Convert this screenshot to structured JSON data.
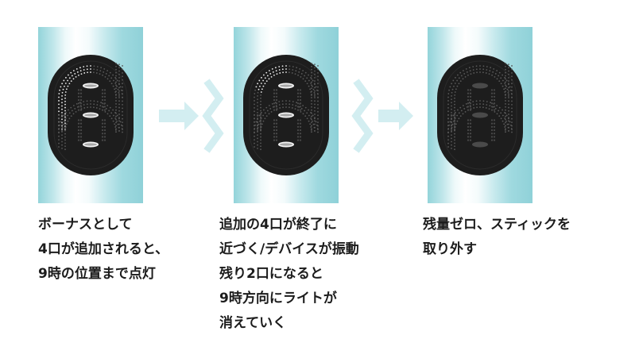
{
  "colors": {
    "stick_edge": "#93d4da",
    "display_body": "#1d1d1d",
    "display_ring": "#3a3a3a",
    "lit": "#f2f2f2",
    "unlit": "#5a5a5a",
    "arrow": "#d3eef1",
    "text": "#1c1c1c"
  },
  "steps": [
    {
      "ring_lit_fraction": 0.25,
      "segments": "top-middle-bottom",
      "caption_lines": [
        "ボーナスとして",
        "4口が追加されると、",
        "9時の位置まで点灯"
      ]
    },
    {
      "ring_lit_fraction": 0.12,
      "segments": "top-middle-bottom",
      "caption_lines": [
        "追加の4口が終了に",
        "近づく/デバイスが振動",
        "残り2口になると",
        "9時方向にライトが",
        "消えていく"
      ]
    },
    {
      "ring_lit_fraction": 0,
      "segments": "none",
      "caption_lines": [
        "残量ゼロ、スティックを",
        "取り外す"
      ]
    }
  ],
  "arrows": [
    {
      "icon": "arrow-right-icon"
    },
    {
      "icon": "arrow-right-icon"
    }
  ]
}
